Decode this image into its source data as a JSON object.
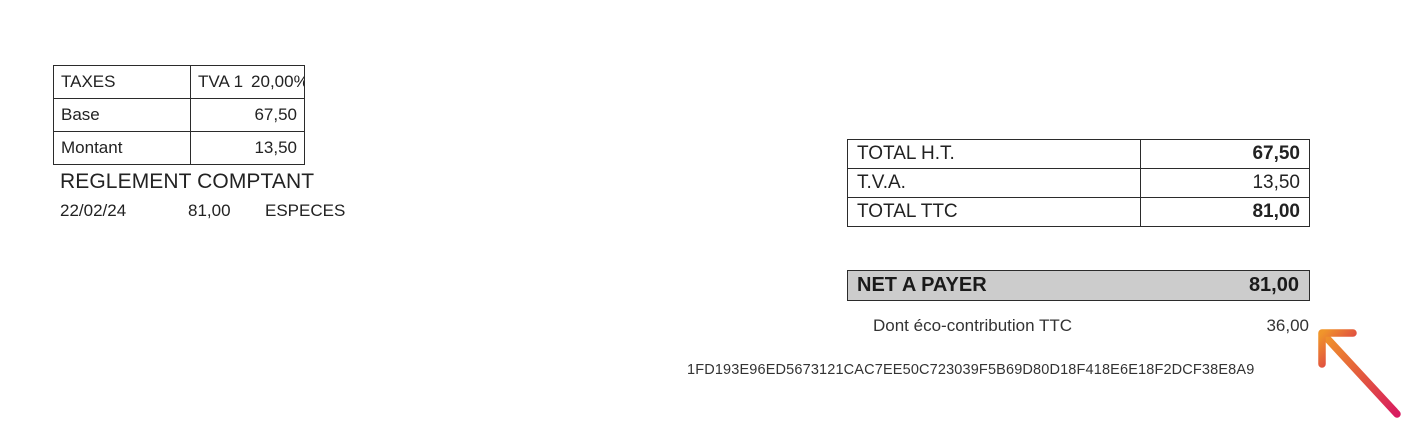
{
  "taxes_table": {
    "rows": [
      {
        "label": "TAXES",
        "tva_code": "TVA 1",
        "rate": "20,00%"
      },
      {
        "label": "Base",
        "value": "67,50"
      },
      {
        "label": "Montant",
        "value": "13,50"
      }
    ]
  },
  "reglement": {
    "title": "REGLEMENT COMPTANT",
    "date": "22/02/24",
    "amount": "81,00",
    "method": "ESPECES"
  },
  "totals_table": {
    "rows": [
      {
        "label": "TOTAL H.T.",
        "value": "67,50"
      },
      {
        "label": "T.V.A.",
        "value": "13,50"
      },
      {
        "label": "TOTAL TTC",
        "value": "81,00"
      }
    ]
  },
  "net_to_pay": {
    "label": "NET A PAYER",
    "value": "81,00"
  },
  "eco_contribution": {
    "label": "Dont éco-contribution TTC",
    "value": "36,00"
  },
  "signature": {
    "hash": "1FD193E96ED5673121CAC7EE50C723039F5B69D80D18F418E6E18F2DCF38E8A9"
  },
  "annotation": {
    "arrow_color_tip": "#F0952B",
    "arrow_color_tail": "#D81B60"
  },
  "colors": {
    "highlight_bar": "#CCCCCC",
    "border": "#2B2B2B",
    "text": "#222222"
  }
}
